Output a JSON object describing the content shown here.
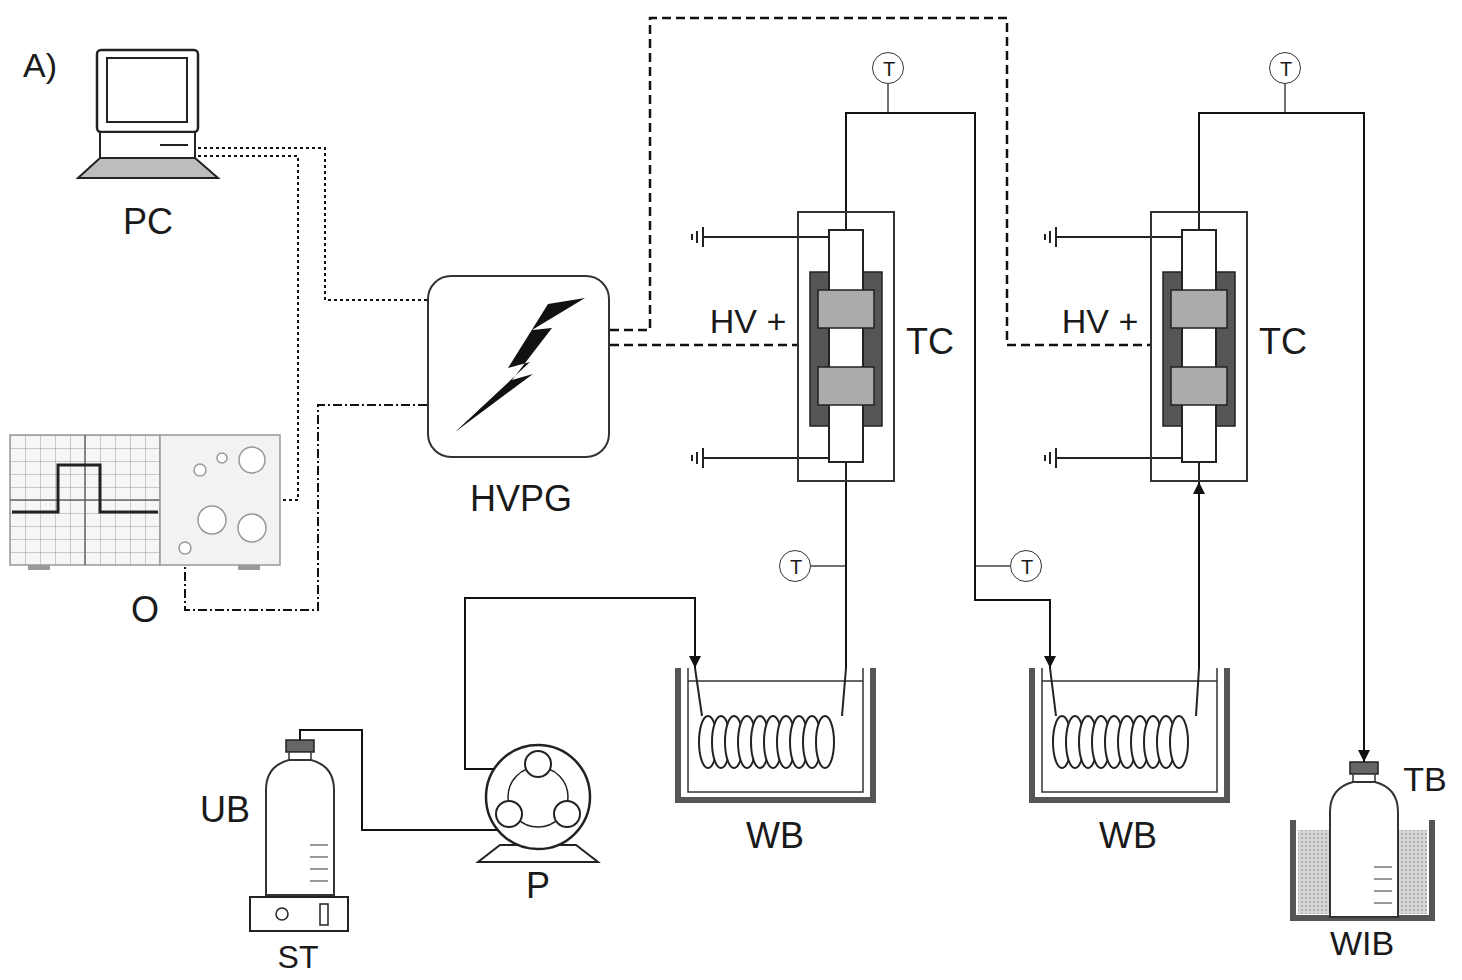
{
  "diagram": {
    "nodes": [
      {
        "text": [
          "PC"
        ]
      },
      {
        "text": [
          "HVPG"
        ]
      },
      {
        "text": [
          "O"
        ]
      },
      {
        "text": [
          "TC"
        ]
      },
      {
        "text": [
          "TC"
        ]
      },
      {
        "text": [
          "T"
        ]
      },
      {
        "text": [
          "T"
        ]
      },
      {
        "text": [
          "T"
        ]
      },
      {
        "text": [
          "T"
        ]
      },
      {
        "text": [
          "WB"
        ]
      },
      {
        "text": [
          "WB"
        ]
      },
      {
        "text": [
          "UB"
        ]
      },
      {
        "text": [
          "P"
        ]
      },
      {
        "text": [
          "ST"
        ]
      },
      {
        "text": [
          "WIB"
        ]
      },
      {
        "text": [
          "TB"
        ],
        "in": 14
      }
    ],
    "edges": [
      {
        "from": 0,
        "to": 1,
        "arrow": "none"
      },
      {
        "from": 0,
        "to": 2,
        "arrow": "none"
      },
      {
        "from": 1,
        "to": 2,
        "arrow": "none"
      },
      {
        "from": 1,
        "to": 3,
        "arrow": "none",
        "label": "HV +"
      },
      {
        "from": 1,
        "to": 4,
        "arrow": "none",
        "label": "HV +"
      },
      {
        "from": 11,
        "to": 12,
        "arrow": "none"
      },
      {
        "from": 12,
        "to": 9,
        "arrow": "to"
      },
      {
        "from": 9,
        "to": 3,
        "arrow": "none"
      },
      {
        "from": 3,
        "to": 10,
        "arrow": "to"
      },
      {
        "from": 10,
        "to": 4,
        "arrow": "to"
      },
      {
        "from": 4,
        "to": 15,
        "arrow": "to"
      }
    ],
    "labels": [
      "A)"
    ]
  }
}
